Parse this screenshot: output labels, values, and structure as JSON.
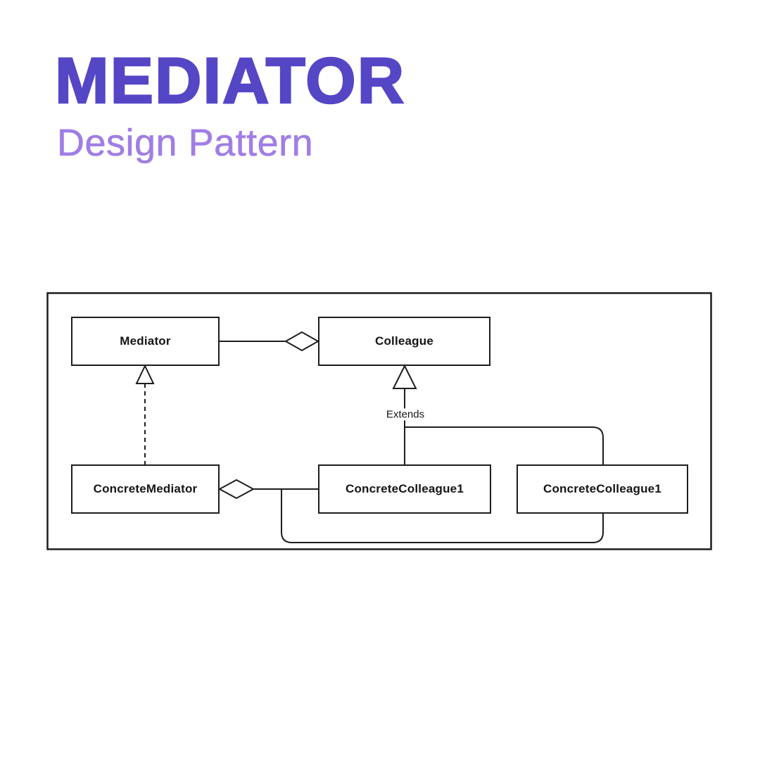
{
  "page": {
    "background": "#FFFFFF",
    "kind": "design-pattern poster with UML class diagram"
  },
  "header": {
    "title": "MEDIATOR",
    "subtitle": "Design Pattern"
  },
  "colors": {
    "title": "#5546C6",
    "subtitle": "#A07EE6",
    "line": "#1D1D1D",
    "box_fill": "#FFFFFF",
    "box_text": "#151515",
    "page_bg": "#FFFFFF"
  },
  "diagram": {
    "type": "uml-class-diagram",
    "boxes": [
      {
        "id": "mediator",
        "label": "Mediator"
      },
      {
        "id": "colleague",
        "label": "Colleague"
      },
      {
        "id": "concrete-mediator",
        "label": "ConcreteMediator"
      },
      {
        "id": "concrete-colleague-1",
        "label": "ConcreteColleague1"
      },
      {
        "id": "concrete-colleague-2",
        "label": "ConcreteColleague1"
      }
    ],
    "edge_label": "Extends",
    "relationships": [
      {
        "from": "Colleague",
        "to": "Mediator",
        "type": "aggregation",
        "style": "solid line, hollow diamond at Colleague end"
      },
      {
        "from": "ConcreteMediator",
        "to": "Mediator",
        "type": "realization",
        "style": "dashed line, hollow triangle at Mediator end"
      },
      {
        "from": "ConcreteColleague1 (both)",
        "to": "Colleague",
        "type": "generalization",
        "label": "Extends",
        "style": "solid line, hollow triangle at Colleague end"
      },
      {
        "from": "ConcreteMediator",
        "to": "ConcreteColleague1 (both)",
        "type": "aggregation",
        "style": "solid line, hollow diamond at ConcreteMediator end"
      }
    ]
  }
}
